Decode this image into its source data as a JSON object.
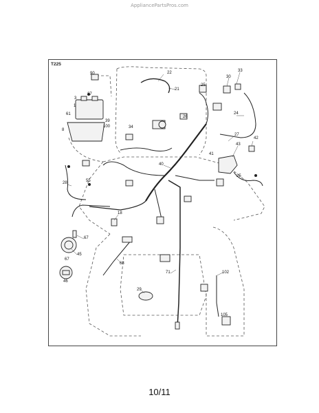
{
  "site": "AppliancePartsPros.com",
  "diagram_code": "T225",
  "page_number": "10/11",
  "callouts": {
    "c90": "90",
    "c22": "22",
    "c21": "21",
    "c30": "30",
    "c33": "33",
    "c25": "25",
    "c27a": "27",
    "c3": "3",
    "c1": "1",
    "c61": "61",
    "c8": "8",
    "c39": "39",
    "c100": "100",
    "c34": "34",
    "c26": "26",
    "c24": "24",
    "c27b": "27",
    "c42": "42",
    "c41": "41",
    "c43": "43",
    "c40": "40",
    "c28": "28",
    "c55": "55",
    "c25b": "25",
    "c18": "18",
    "c67a": "67",
    "c45": "45",
    "c68": "68",
    "c67b": "67",
    "c46": "46",
    "c71": "71",
    "c102": "102",
    "c29": "29",
    "c105": "105"
  }
}
